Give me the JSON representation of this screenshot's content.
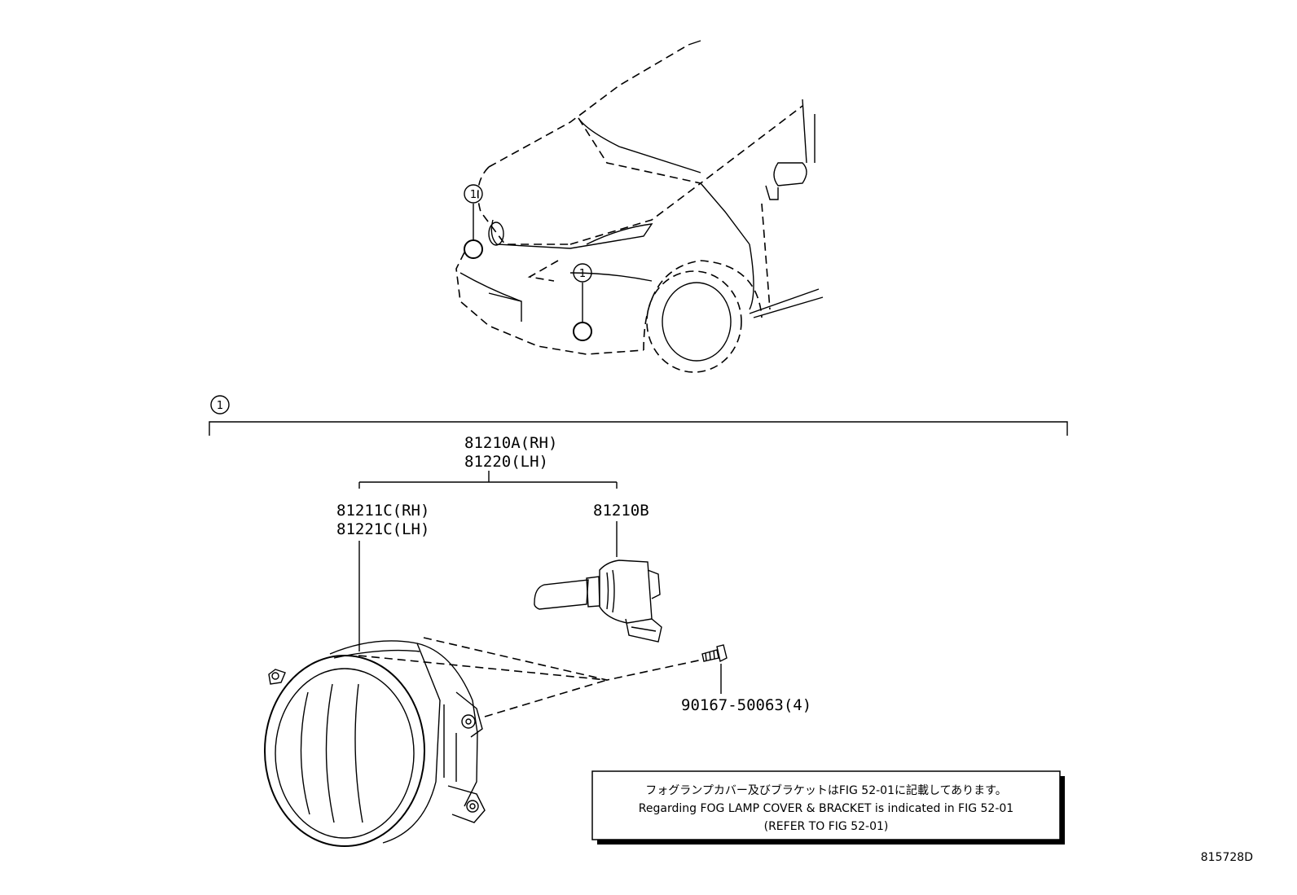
{
  "callouts": {
    "ref_number": "1"
  },
  "parts": {
    "assembly_rh": "81210A(RH)",
    "assembly_lh": "81220(LH)",
    "unit_rh": "81211C(RH)",
    "unit_lh": "81221C(LH)",
    "bulb": "81210B",
    "screw": "90167-50063(4)"
  },
  "note": {
    "jp": "フォグランプカバー及びブラケットはFIG 52-01に記載してあります。",
    "en": "Regarding FOG LAMP COVER & BRACKET is indicated in FIG 52-01",
    "ref": "(REFER TO FIG 52-01)"
  },
  "figure_id": "815728D"
}
